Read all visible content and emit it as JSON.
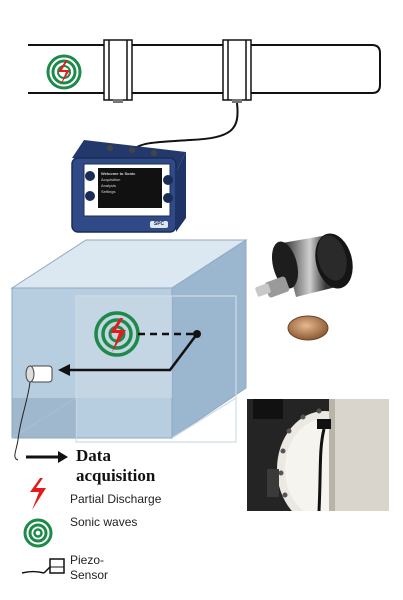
{
  "device": {
    "brand_badge": "SPC",
    "screen_title": "Welcome to Sonic",
    "screen_lines": [
      "Acquisition",
      "Analysis",
      "Settings"
    ]
  },
  "legend": {
    "data_acquisition": "Data acquisition",
    "partial_discharge": "Partial Discharge",
    "sonic_waves": "Sonic waves",
    "piezo_sensor": "Piezo-\nSensor"
  },
  "colors": {
    "discharge": "#e41b1b",
    "waves": "#1e8a4a",
    "cube_face": "#b7cde0",
    "cube_top": "#dbe7f1",
    "cube_side": "#9ab7cf",
    "device_body": "#2f4a86"
  }
}
